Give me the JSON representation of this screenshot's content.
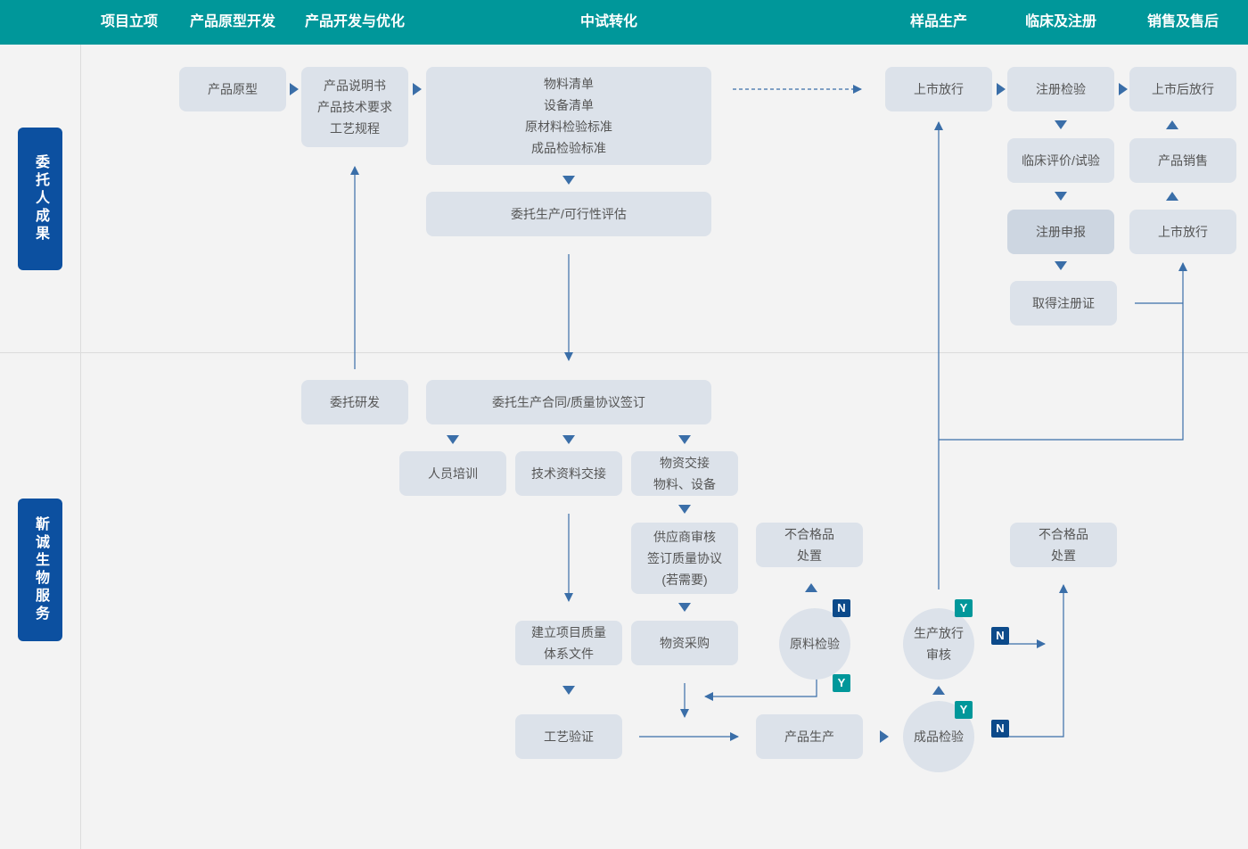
{
  "header": {
    "columns": [
      "项目立项",
      "产品原型开发",
      "产品开发与优化",
      "中试转化",
      "样品生产",
      "临床及注册",
      "销售及售后"
    ]
  },
  "lanes": {
    "client": "委托人成果",
    "service": "靳诚生物服务"
  },
  "boxes": {
    "prototype": [
      "产品原型"
    ],
    "spec": [
      "产品说明书",
      "产品技术要求",
      "工艺规程"
    ],
    "materials": [
      "物料清单",
      "设备清单",
      "原材料检验标准",
      "成品检验标准"
    ],
    "feasibility": [
      "委托生产/可行性评估"
    ],
    "release": [
      "上市放行"
    ],
    "reg_test": [
      "注册检验"
    ],
    "post_release": [
      "上市后放行"
    ],
    "clinical": [
      "临床评价/试验"
    ],
    "sales": [
      "产品销售"
    ],
    "reg_apply": [
      "注册申报"
    ],
    "market_release": [
      "上市放行"
    ],
    "cert": [
      "取得注册证"
    ],
    "rd": [
      "委托研发"
    ],
    "contract": [
      "委托生产合同/质量协议签订"
    ],
    "training": [
      "人员培训"
    ],
    "tech_handover": [
      "技术资料交接"
    ],
    "material_handover": [
      "物资交接",
      "物料、设备"
    ],
    "supplier": [
      "供应商审核",
      "签订质量协议",
      "(若需要)"
    ],
    "nonconf1": [
      "不合格品",
      "处置"
    ],
    "nonconf2": [
      "不合格品",
      "处置"
    ],
    "qms": [
      "建立项目质量",
      "体系文件"
    ],
    "purchase": [
      "物资采购"
    ],
    "validation": [
      "工艺验证"
    ],
    "production": [
      "产品生产"
    ]
  },
  "circles": {
    "raw_check": [
      "原料检验"
    ],
    "release_review": [
      "生产放行",
      "审核"
    ],
    "final_check": [
      "成品检验"
    ]
  },
  "badges": {
    "raw_n": "N",
    "raw_y": "Y",
    "review_y": "Y",
    "review_n": "N",
    "final_y": "Y",
    "final_n": "N"
  },
  "colors": {
    "header": "#00979a",
    "lane_label": "#0c50a0",
    "box": "#dce2ea",
    "arrow": "#3a6ea8",
    "badge_n": "#0c4a8a",
    "badge_y": "#00979a"
  }
}
